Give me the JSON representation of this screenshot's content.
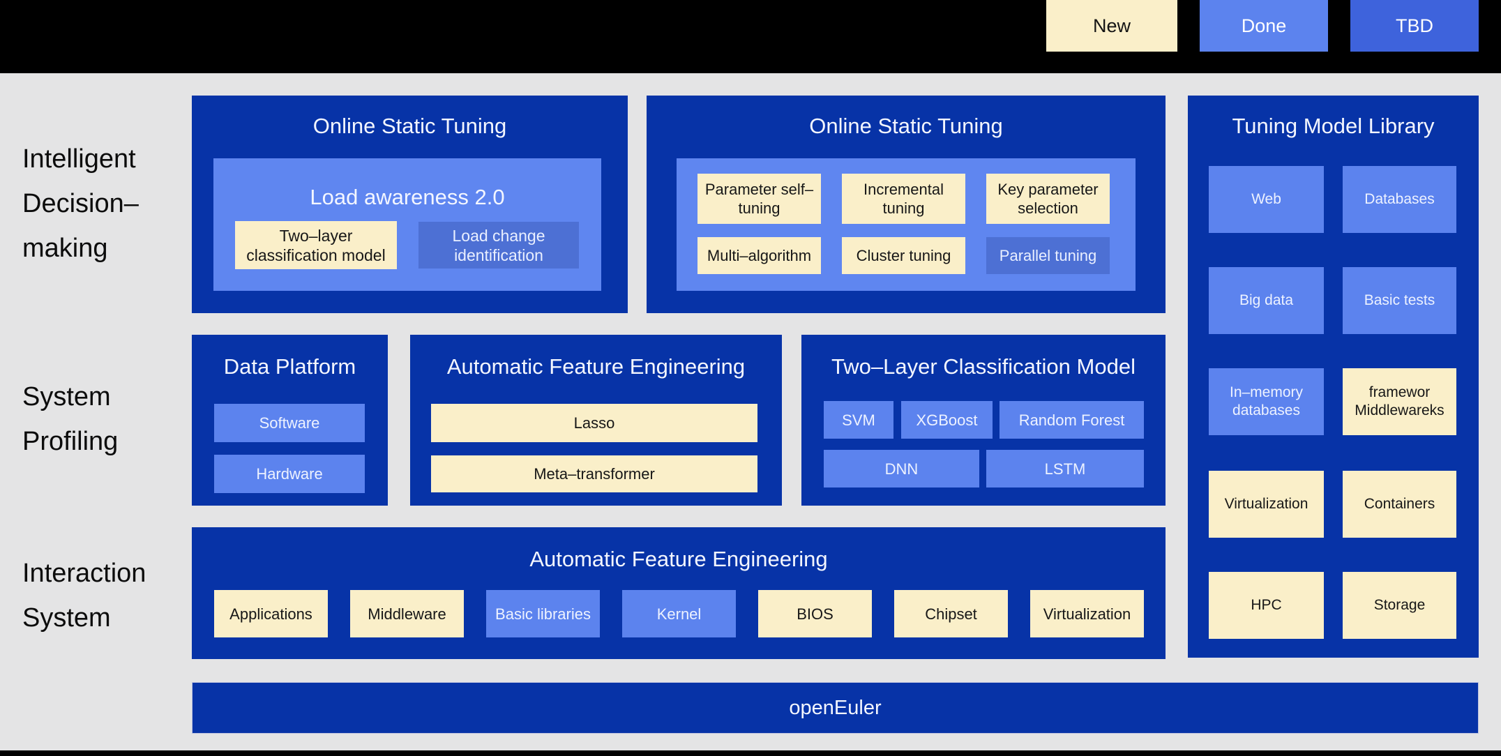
{
  "legend": {
    "items": [
      {
        "label": "New",
        "color": "#FAEFC9"
      },
      {
        "label": "Done",
        "color": "#5C83EE"
      },
      {
        "label": "TBD",
        "color": "#3E63DC"
      }
    ]
  },
  "left_labels": [
    {
      "lines": [
        "Intelligent",
        "Decision–",
        "making"
      ]
    },
    {
      "lines": [
        "System",
        "Profiling"
      ]
    },
    {
      "lines": [
        "Interaction",
        "System"
      ]
    }
  ],
  "row1": {
    "box1": {
      "title": "Online Static Tuning",
      "container": {
        "title": "Load awareness 2.0",
        "chips": [
          {
            "label": "Two–layer classification model",
            "status": "new"
          },
          {
            "label": "Load change identification",
            "status": "tbd"
          }
        ]
      }
    },
    "box2": {
      "title": "Online Static Tuning",
      "chips": [
        {
          "label": "Parameter self–tuning",
          "status": "new"
        },
        {
          "label": "Incremental tuning",
          "status": "new"
        },
        {
          "label": "Key parameter selection",
          "status": "new"
        },
        {
          "label": "Multi–algorithm",
          "status": "new"
        },
        {
          "label": "Cluster tuning",
          "status": "new"
        },
        {
          "label": "Parallel tuning",
          "status": "tbd"
        }
      ]
    },
    "library": {
      "title": "Tuning Model Library",
      "chips": [
        {
          "label": "Web",
          "status": "done"
        },
        {
          "label": "Databases",
          "status": "done"
        },
        {
          "label": "Big data",
          "status": "done"
        },
        {
          "label": "Basic tests",
          "status": "done"
        },
        {
          "label": "In–memory databases",
          "status": "done"
        },
        {
          "label": "framewor Middlewareks",
          "status": "new"
        },
        {
          "label": "Virtualization",
          "status": "new"
        },
        {
          "label": "Containers",
          "status": "new"
        },
        {
          "label": "HPC",
          "status": "new"
        },
        {
          "label": "Storage",
          "status": "new"
        }
      ]
    }
  },
  "row2": {
    "data_platform": {
      "title": "Data Platform",
      "chips": [
        {
          "label": "Software",
          "status": "done"
        },
        {
          "label": "Hardware",
          "status": "done"
        }
      ]
    },
    "auto_feature": {
      "title": "Automatic Feature Engineering",
      "chips": [
        {
          "label": "Lasso",
          "status": "new"
        },
        {
          "label": "Meta–transformer",
          "status": "new"
        }
      ]
    },
    "two_layer": {
      "title": "Two–Layer Classification Model",
      "chips": [
        {
          "label": "SVM",
          "status": "done"
        },
        {
          "label": "XGBoost",
          "status": "done"
        },
        {
          "label": "Random Forest",
          "status": "done"
        },
        {
          "label": "DNN",
          "status": "done"
        },
        {
          "label": "LSTM",
          "status": "done"
        }
      ]
    }
  },
  "row3": {
    "auto_feature": {
      "title": "Automatic Feature Engineering",
      "chips": [
        {
          "label": "Applications",
          "status": "new"
        },
        {
          "label": "Middleware",
          "status": "new"
        },
        {
          "label": "Basic libraries",
          "status": "done"
        },
        {
          "label": "Kernel",
          "status": "done"
        },
        {
          "label": "BIOS",
          "status": "new"
        },
        {
          "label": "Chipset",
          "status": "new"
        },
        {
          "label": "Virtualization",
          "status": "new"
        }
      ]
    }
  },
  "footer": {
    "label": "openEuler"
  },
  "colors": {
    "navy": "#0733A7",
    "panel_blue": "#5F86F0",
    "background": "#E4E4E5",
    "topbar": "#000000"
  }
}
